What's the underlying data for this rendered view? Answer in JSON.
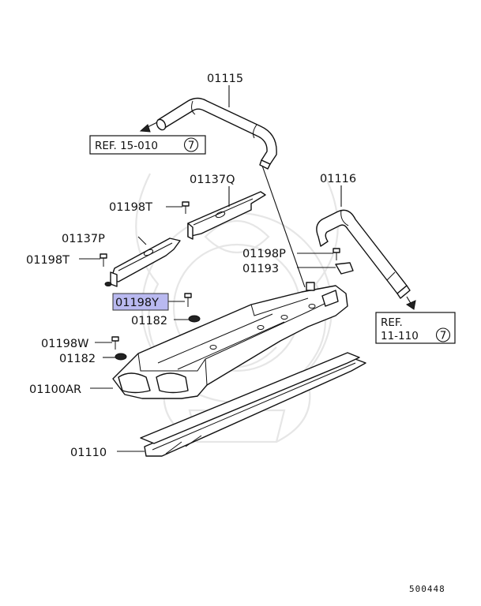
{
  "labels": {
    "p01115": "01115",
    "p01116": "01116",
    "p01137Q": "01137Q",
    "p01198T_upper": "01198T",
    "p01137P": "01137P",
    "p01198T_lower": "01198T",
    "p01198P": "01198P",
    "p01193": "01193",
    "p01198Y": "01198Y",
    "p01182_upper": "01182",
    "p01198W": "01198W",
    "p01182_lower": "01182",
    "p01100AR": "01100AR",
    "p01110": "01110"
  },
  "refs": {
    "ref1_text": "REF. 15-010",
    "ref1_circle": "7",
    "ref2_line1": "REF.",
    "ref2_line2": "11-110",
    "ref2_circle": "7"
  },
  "highlight_color": "#b9b9f0",
  "doc_id": "500448"
}
